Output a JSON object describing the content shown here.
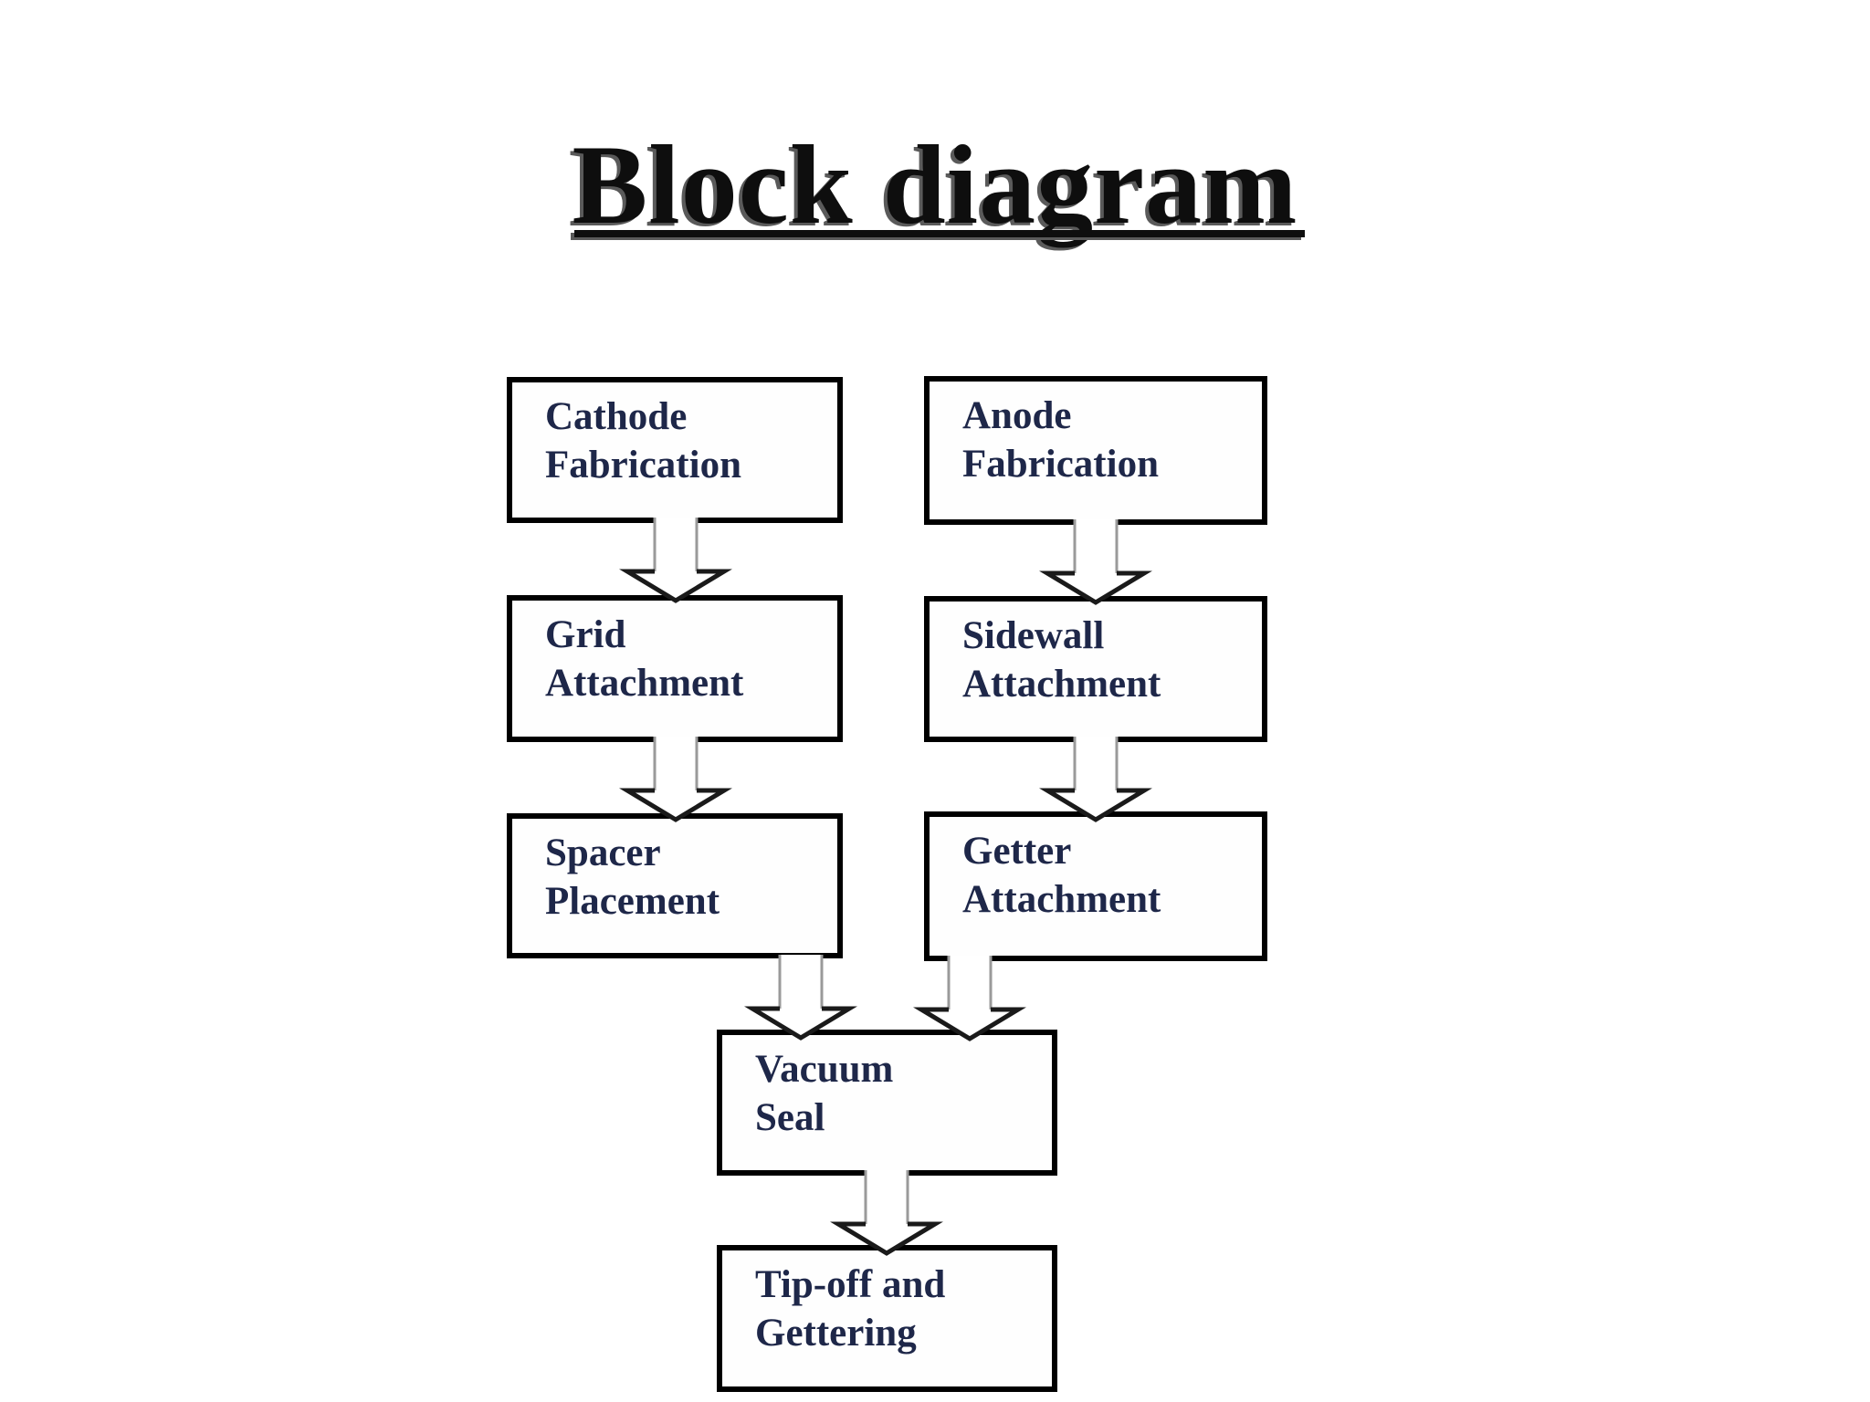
{
  "page": {
    "background": "#ffffff",
    "kind": "presentation-slide-block-diagram"
  },
  "title": {
    "text": "Block diagram"
  },
  "colors": {
    "title_text": "#0e0e0e",
    "title_shadow": "#5a5a5a",
    "box_border": "#000000",
    "box_fill": "#fefefe",
    "box_text": "#1e2749",
    "arrow_shaft_outline": "#9a9a9a",
    "arrow_head_outline": "#1a1a1a",
    "arrow_fill": "#ffffff"
  },
  "diagram": {
    "nodes": [
      {
        "id": "cathode-fabrication",
        "line1": "Cathode",
        "line2": "Fabrication"
      },
      {
        "id": "anode-fabrication",
        "line1": "Anode",
        "line2": "Fabrication"
      },
      {
        "id": "grid-attachment",
        "line1": "Grid",
        "line2": "Attachment"
      },
      {
        "id": "sidewall-attachment",
        "line1": "Sidewall",
        "line2": "Attachment"
      },
      {
        "id": "spacer-placement",
        "line1": "Spacer",
        "line2": "Placement"
      },
      {
        "id": "getter-attachment",
        "line1": "Getter",
        "line2": "Attachment"
      },
      {
        "id": "vacuum-seal",
        "line1": "Vacuum",
        "line2": "Seal"
      },
      {
        "id": "tip-off-and-gettering",
        "line1": "Tip-off and",
        "line2": "Gettering"
      }
    ],
    "edges": [
      {
        "from": "cathode-fabrication",
        "to": "grid-attachment"
      },
      {
        "from": "anode-fabrication",
        "to": "sidewall-attachment"
      },
      {
        "from": "grid-attachment",
        "to": "spacer-placement"
      },
      {
        "from": "sidewall-attachment",
        "to": "getter-attachment"
      },
      {
        "from": "spacer-placement",
        "to": "vacuum-seal"
      },
      {
        "from": "getter-attachment",
        "to": "vacuum-seal"
      },
      {
        "from": "vacuum-seal",
        "to": "tip-off-and-gettering"
      }
    ]
  }
}
